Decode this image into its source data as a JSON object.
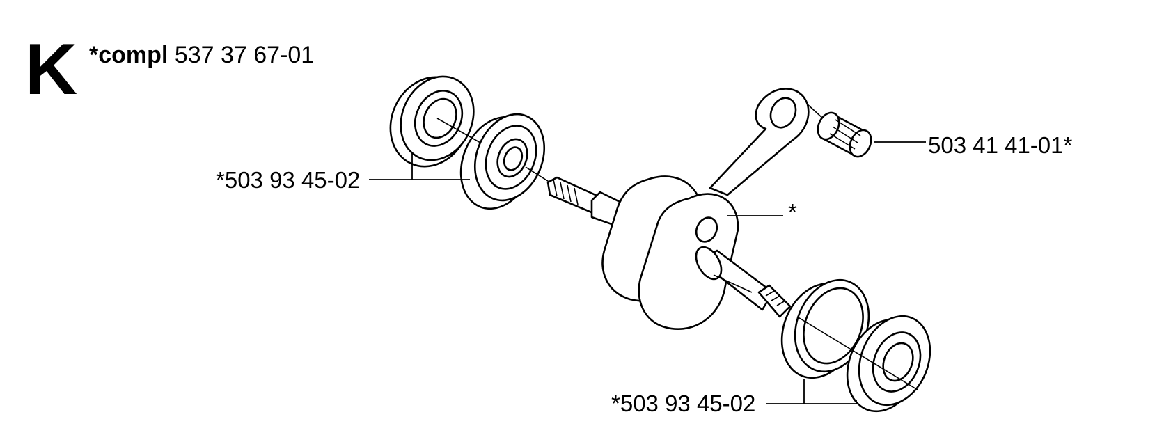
{
  "section_letter": "K",
  "title": {
    "prefix": "*compl",
    "part_number": "537 37 67-01"
  },
  "callouts": {
    "left_bearing_set": "*503 93 45-02",
    "needle_bearing": "503 41 41-01*",
    "crankshaft": "*",
    "right_bearing_set": "*503 93 45-02"
  }
}
